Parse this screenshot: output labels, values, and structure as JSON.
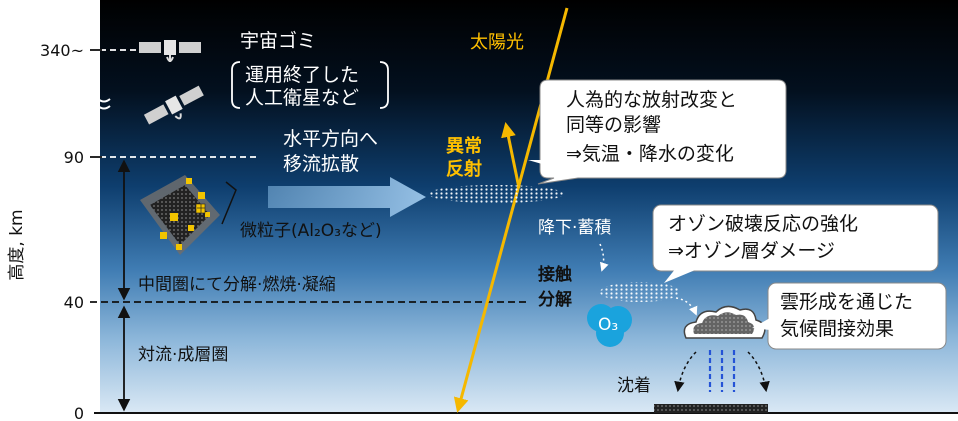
{
  "axis": {
    "label": "高度, km",
    "ticks": [
      "340~",
      "90",
      "40",
      "0"
    ]
  },
  "labels": {
    "debris_title": "宇宙ゴミ",
    "debris_line1": "運用終了した",
    "debris_line2": "人工衛星など",
    "advection_line1": "水平方向へ",
    "advection_line2": "移流拡散",
    "sunlight": "太陽光",
    "abnormal_line1": "異常",
    "abnormal_line2": "反射",
    "particles": "微粒子(Al₂O₃など)",
    "mesosphere_process": "中間圏にて分解·燃焼·凝縮",
    "troposphere": "対流·成層圏",
    "descent": "降下·蓄積",
    "contact_line1": "接触",
    "contact_line2": "分解",
    "ozone": "O₃",
    "deposition": "沈着"
  },
  "callouts": {
    "radiative_line1": "人為的な放射改変と",
    "radiative_line2": "同等の影響",
    "radiative_line3": "⇒気温・降水の変化",
    "ozone_line1": "オゾン破壊反応の強化",
    "ozone_line2": "⇒オゾン層ダメージ",
    "cloud_line1": "雲形成を通じた",
    "cloud_line2": "気候間接効果"
  },
  "colors": {
    "sky_top": "#000000",
    "sky_bottom": "#dbe9f5",
    "sun": "#f5b800",
    "accent": "#ffc000",
    "ozone": "#1aa3dd",
    "arrow": "#7fb2dc"
  }
}
